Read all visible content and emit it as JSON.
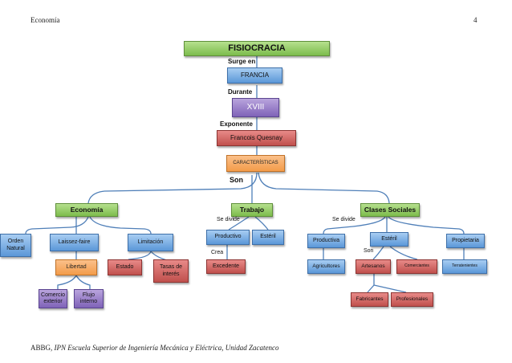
{
  "page": {
    "header_left": "Economía",
    "page_number": "4",
    "footer_author": "ABBG,",
    "footer_institution": "IPN Escuela Superior de Ingeniería Mecánica y Eléctrica, Unidad Zacatenco"
  },
  "map": {
    "title": "FISIOCRACIA",
    "surge_en": "Surge en",
    "country": "FRANCIA",
    "durante": "Durante",
    "century": "XVIII",
    "exponente": "Exponente",
    "author": "Francois Quesnay",
    "caracteristicas": "CARACTERÍSTICAS",
    "son": "Son",
    "economia": {
      "label": "Economía",
      "orden_natural": "Orden Natural",
      "laissez_faire": "Laissez-faire",
      "limitacion": "Limitación",
      "libertad": "Libertad",
      "estado": "Estado",
      "tasas": "Tasas de interés",
      "comercio": "Comercio exterior",
      "flujo": "Flujo interno"
    },
    "trabajo": {
      "label": "Trabajo",
      "se_divide": "Se divide",
      "productivo": "Productivo",
      "esteril": "Estéril",
      "crea": "Crea",
      "excedente": "Excedente"
    },
    "clases": {
      "label": "Clases Sociales",
      "se_divide": "Se divide",
      "productiva": "Productiva",
      "esteril": "Estéril",
      "propietaria": "Propietaria",
      "son": "Son",
      "agricultores": "Agricultores",
      "artesanos": "Artesanos",
      "comerciantes": "Comerciantes",
      "terratenientes": "Terratenientes",
      "fabricantes": "Fabricantes",
      "profesionales": "Profesionales"
    }
  }
}
